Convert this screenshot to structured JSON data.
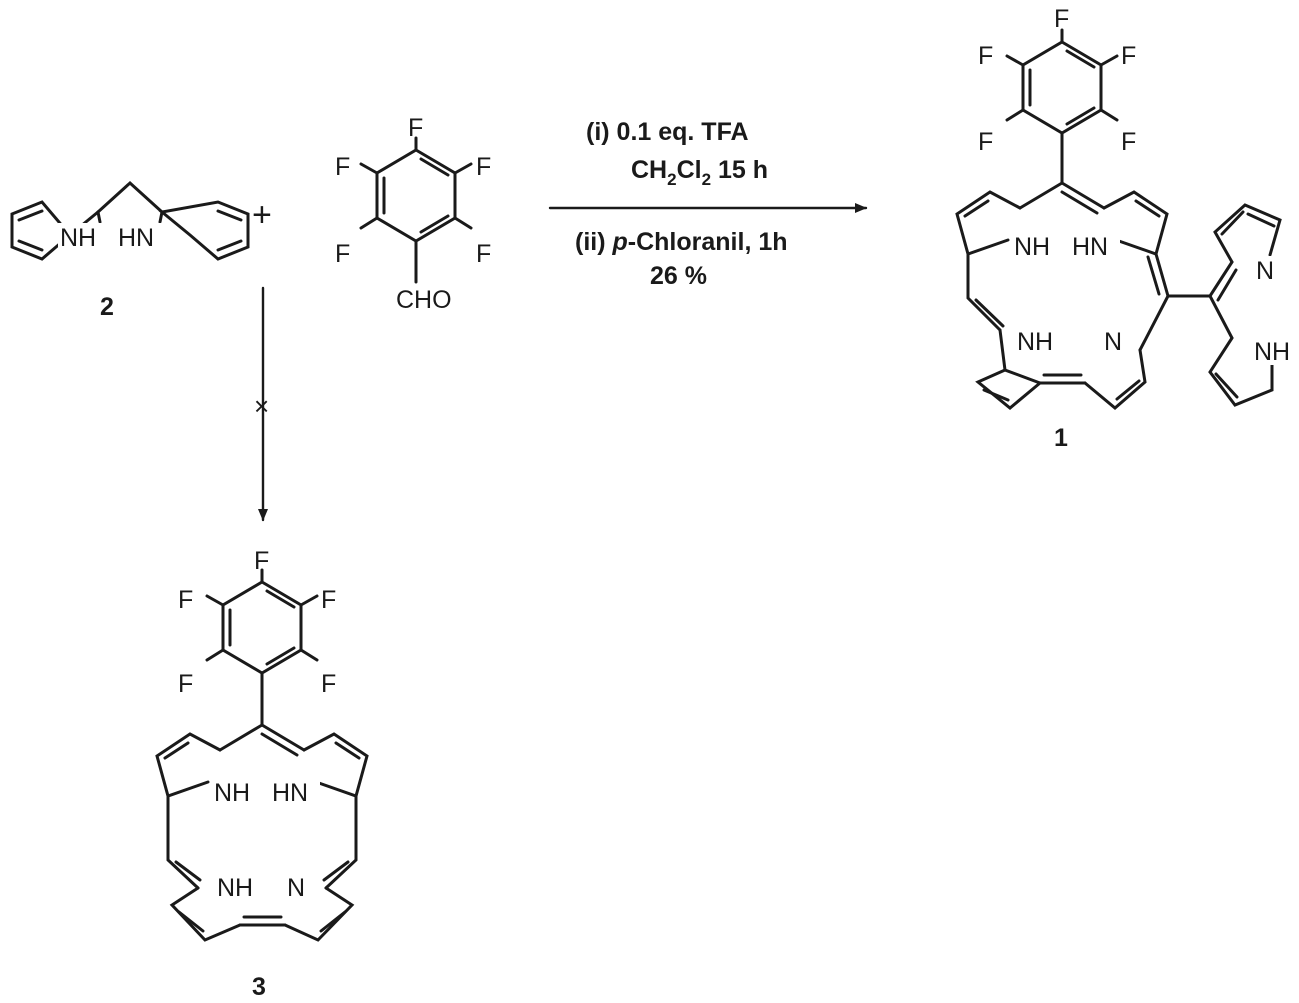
{
  "conditions": {
    "step1_line1": "(i) 0.1 eq. TFA",
    "step1_solvent": "CH",
    "step1_sub2": "2",
    "step1_cl": "Cl",
    "step1_time": " 15 h",
    "step2_prefix": "(ii) ",
    "step2_italic": "p",
    "step2_rest": "-Chloranil, 1h",
    "yield": "26 %"
  },
  "compounds": {
    "dipyrromethane": {
      "number": "2",
      "nh_left": "NH",
      "nh_right": "HN"
    },
    "aldehyde": {
      "cho": "CHO",
      "fluorine": "F"
    },
    "product_1": {
      "number": "1",
      "nh_a": "NH",
      "nh_b": "HN",
      "nh_c": "NH",
      "n_d": "N",
      "n_side": "N",
      "nh_side": "NH",
      "fluorine": "F"
    },
    "product_3": {
      "number": "3",
      "nh_a": "NH",
      "nh_b": "HN",
      "nh_c": "NH",
      "n_d": "N",
      "fluorine": "F"
    }
  },
  "symbols": {
    "plus": "+",
    "blocked": "×"
  }
}
